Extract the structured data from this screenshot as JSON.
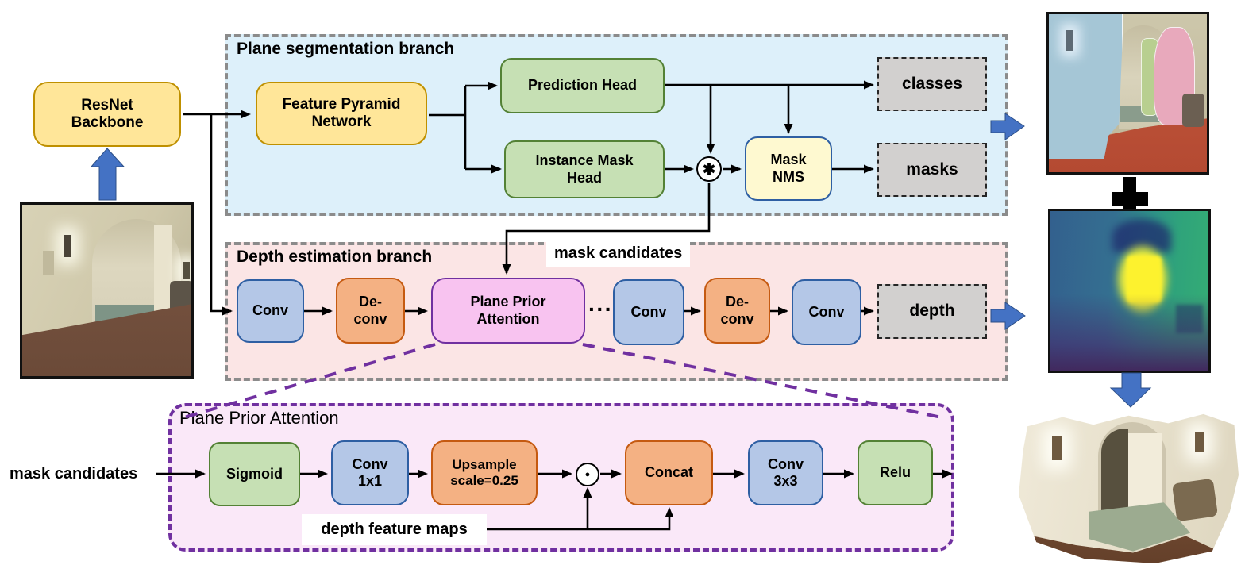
{
  "figure": {
    "type": "neural-network-architecture-diagram",
    "branches": [
      "Plane segmentation branch",
      "Depth estimation branch",
      "Plane Prior Attention"
    ]
  },
  "panels": {
    "segmentation": {
      "title": "Plane segmentation branch"
    },
    "depth": {
      "title": "Depth estimation branch"
    },
    "ppa_detail": {
      "title": "Plane Prior Attention"
    }
  },
  "nodes": {
    "resnet": "ResNet\nBackbone",
    "fpn": "Feature Pyramid\nNetwork",
    "prediction_head": "Prediction Head",
    "instance_mask_head": "Instance Mask\nHead",
    "mask_nms": "Mask\nNMS",
    "classes": "classes",
    "masks": "masks",
    "conv_a": "Conv",
    "deconv_a": "De-\nconv",
    "ppa": "Plane Prior\nAttention",
    "ellipsis": "···",
    "conv_b": "Conv",
    "deconv_b": "De-\nconv",
    "conv_c": "Conv",
    "depth_out": "depth",
    "sigmoid": "Sigmoid",
    "conv_1x1": "Conv\n1x1",
    "upsample": "Upsample\nscale=0.25",
    "concat": "Concat",
    "conv_3x3": "Conv\n3x3",
    "relu": "Relu"
  },
  "labels": {
    "mask_candidates_top": "mask candidates",
    "mask_candidates_left": "mask candidates",
    "depth_feature_maps": "depth feature maps"
  },
  "operators": {
    "mask_assembly": "✱",
    "elementwise_product": "●"
  },
  "icons": {
    "plus-icon": "+",
    "flow-arrow-up": "input image to backbone",
    "flow-arrow-right-top": "segmentation results output",
    "flow-arrow-right-mid": "depth map output",
    "flow-arrow-down": "fusion to 3D reconstruction"
  },
  "images": {
    "input_photo": "indoor hallway RGB input image",
    "segmentation_result": "plane segmentation overlay result",
    "depth_result": "predicted depth map (viridis)",
    "reconstruction_result": "3D point-cloud reconstruction"
  },
  "colors": {
    "yellow_fill": "#FFE699",
    "yellow_border": "#BF9000",
    "green_fill": "#C6E0B4",
    "green_border": "#538135",
    "blue_fill": "#B4C7E7",
    "blue_border": "#2E5FA3",
    "orange_fill": "#F4B183",
    "orange_border": "#C55A11",
    "magenta_fill": "#F8C3F0",
    "magenta_border": "#7030A0",
    "nms_fill": "#FEF9D0",
    "gray_fill": "#D2D0CF",
    "panel_segmentation_bg": "#DDF0FA",
    "panel_depth_bg": "#FBE5E5",
    "panel_ppa_bg": "#FAE8F8",
    "panel_border_gray": "#8B8B8B",
    "panel_border_purple": "#7030A0",
    "flow_arrow_blue": "#4472C4"
  }
}
